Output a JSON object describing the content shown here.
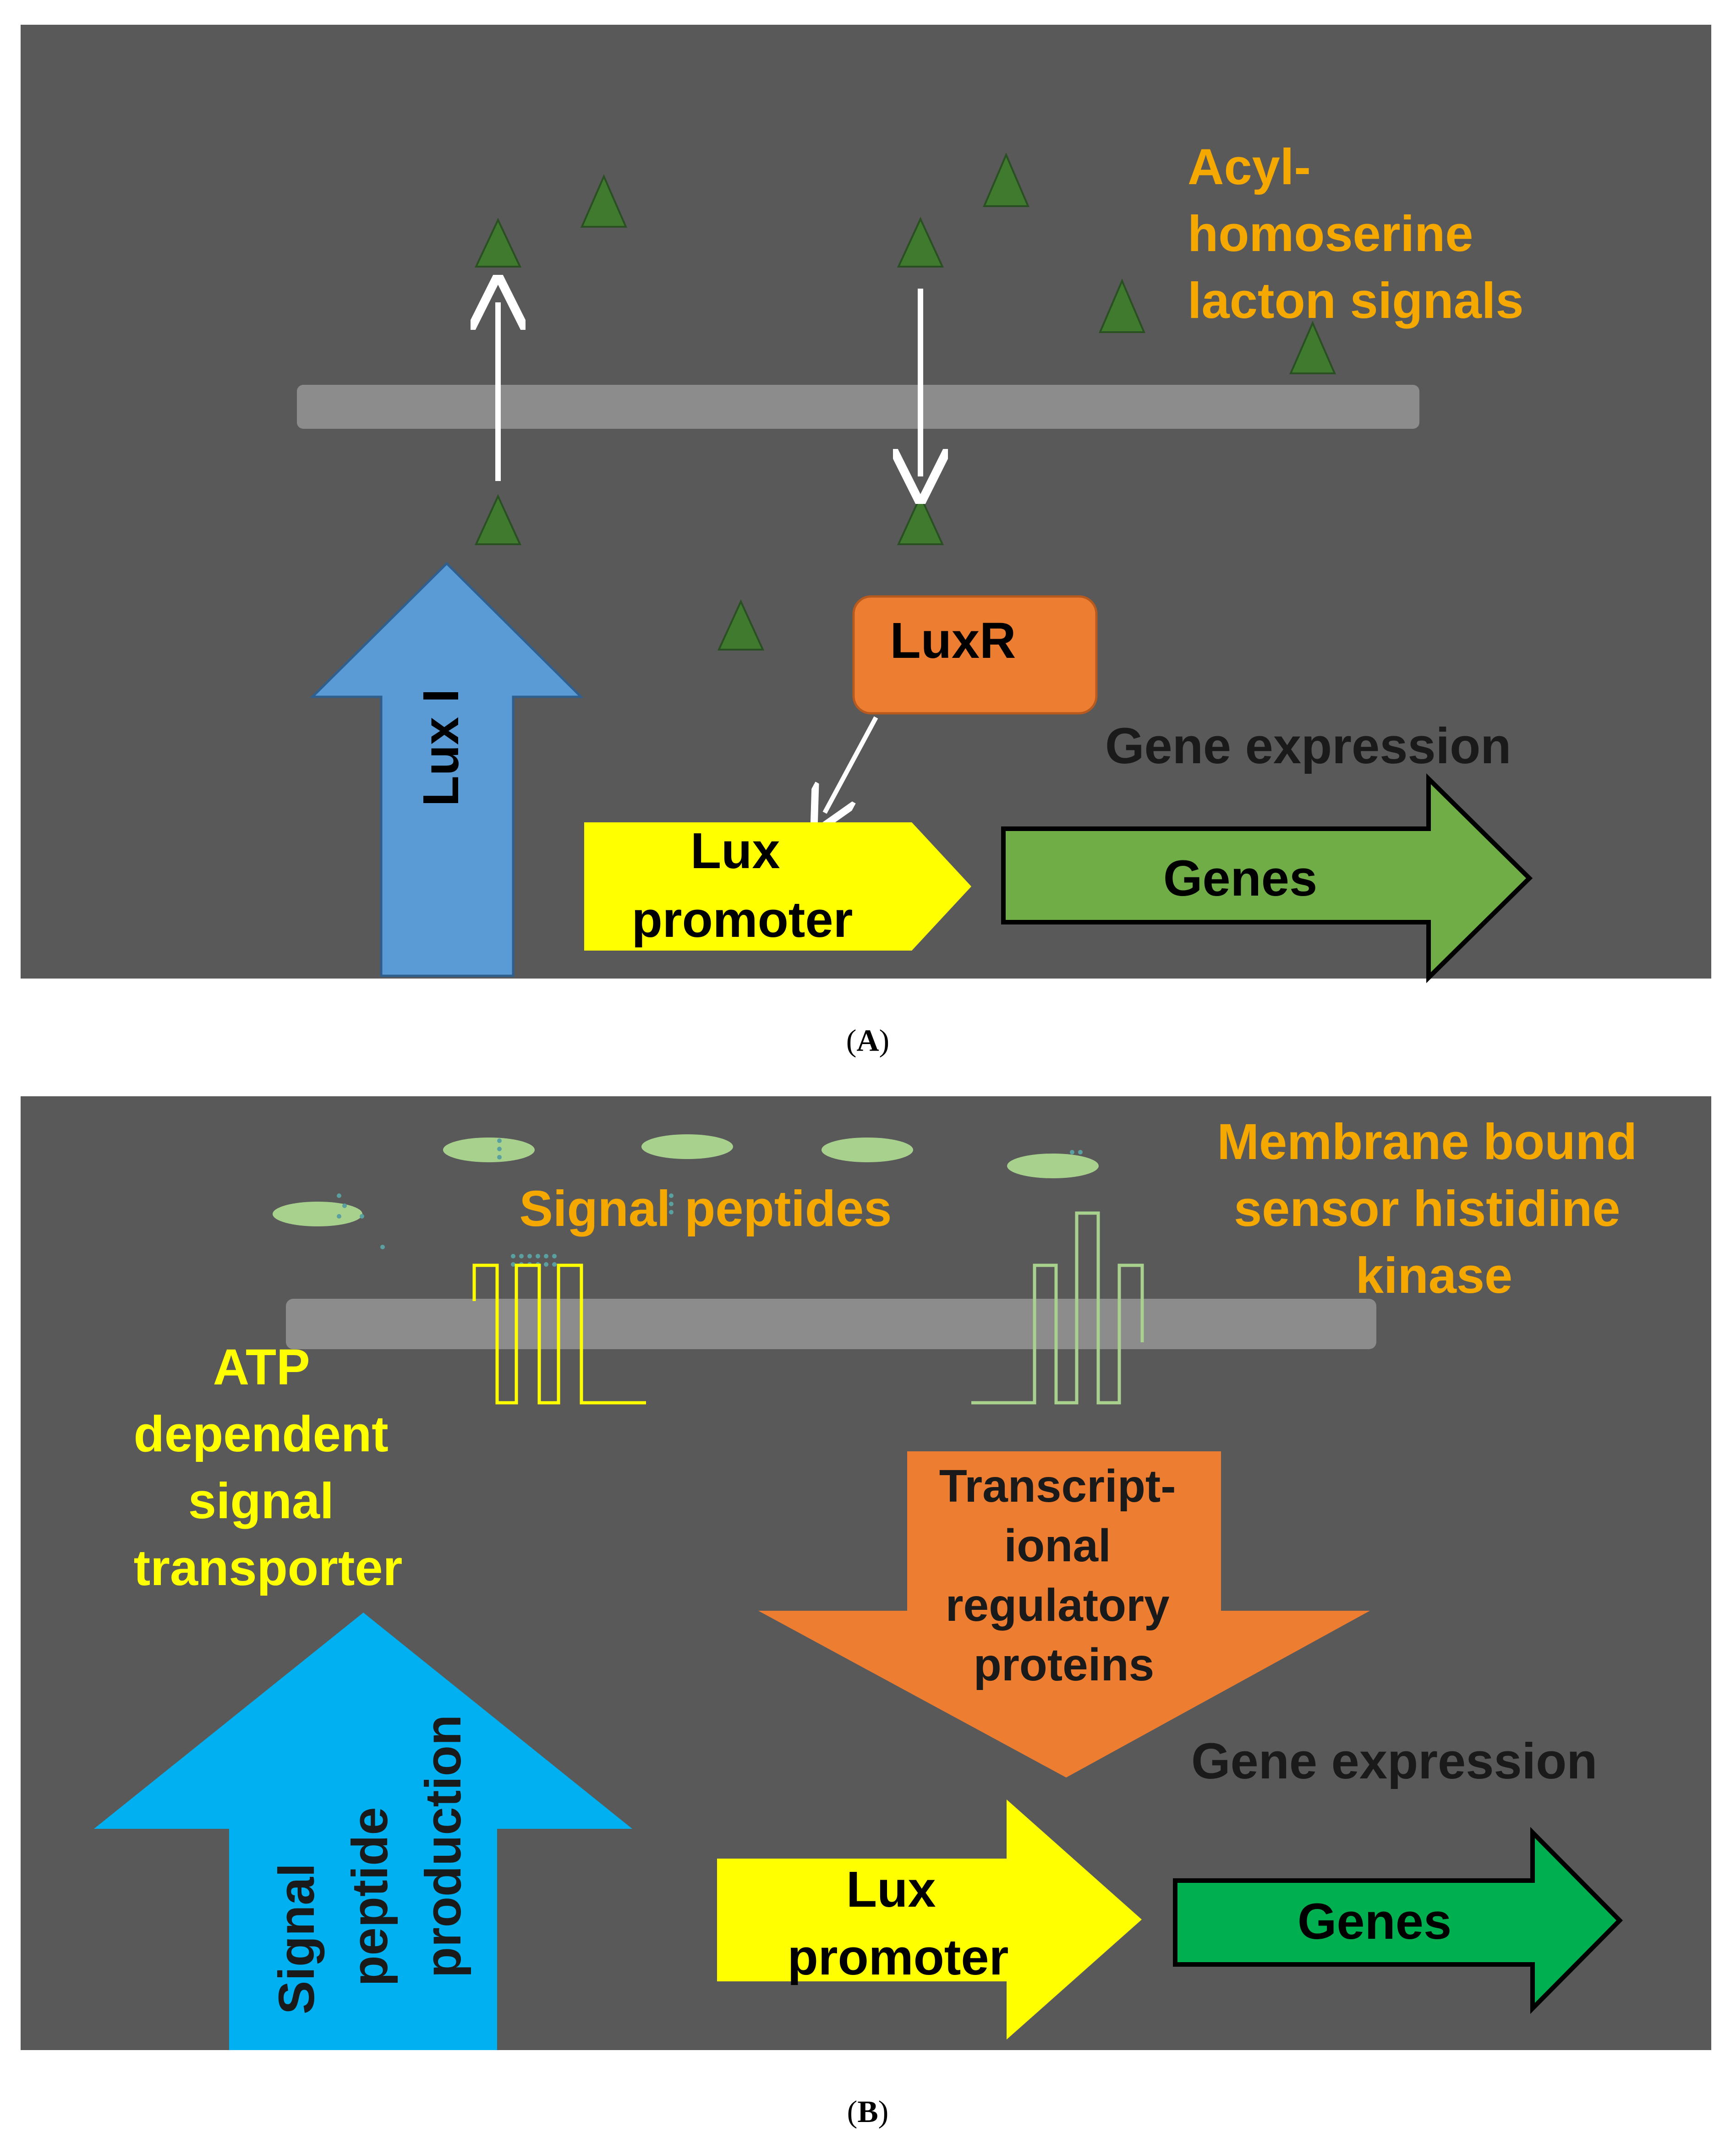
{
  "panel_a": {
    "signals_label": [
      "Acyl-",
      "homoserine",
      "lacton signals"
    ],
    "luxi_label": "Lux I",
    "luxr_label": "LuxR",
    "gene_expression": "Gene expression",
    "promoter_label": [
      "Lux",
      "promoter"
    ],
    "genes_label": "Genes",
    "caption_letter": "A"
  },
  "panel_b": {
    "sensor_label": [
      "Membrane bound",
      "sensor histidine",
      "kinase"
    ],
    "peptides_label": "Signal peptides",
    "transporter_label": [
      "ATP",
      "dependent",
      "signal",
      "transporter"
    ],
    "regulatory_label": [
      "Transcript-",
      "ional",
      "regulatory",
      "proteins"
    ],
    "gene_expression": "Gene expression",
    "production_label": [
      "Signal",
      "peptide",
      "production"
    ],
    "promoter_label": [
      "Lux",
      "promoter"
    ],
    "genes_label": "Genes",
    "caption_letter": "B"
  },
  "colors": {
    "panel_bg": "#595959",
    "membrane": "#8c8c8c",
    "signal_triangle": "#3f7a2f",
    "orange_text": "#f5a800",
    "yellow_text": "#ffff00",
    "luxi_arrow": "#5b9bd5",
    "luxr_box": "#ed7d31",
    "promoter": "#ffff00",
    "genes_a": "#70ad47",
    "genes_b": "#00b050",
    "production_arrow": "#00b0f0",
    "regulatory_arrow": "#ed7d31",
    "peptide": "#a9d18e"
  }
}
